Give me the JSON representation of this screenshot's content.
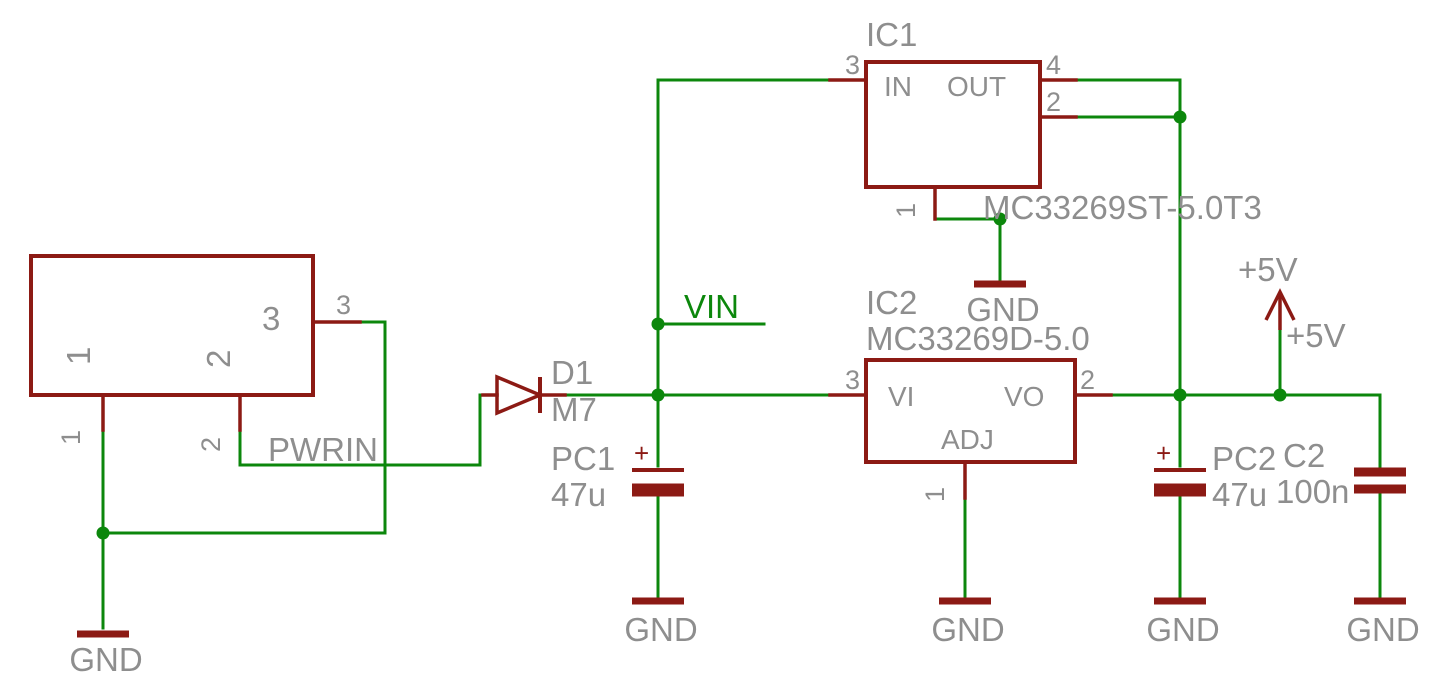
{
  "colors": {
    "wire": "#0c870c",
    "symbol": "#8c1a14",
    "label": "#8e8e8e",
    "canvas": "#ffffff"
  },
  "labels": {
    "gnd": "GND"
  },
  "nets": {
    "pwrin": "PWRIN",
    "vin": "VIN",
    "plus5v": "+5V"
  },
  "connector": {
    "pin1": "1",
    "pin2": "2",
    "pin3": "3"
  },
  "diode": {
    "name": "D1",
    "value": "M7"
  },
  "ic1": {
    "name": "IC1",
    "value": "MC33269ST-5.0T3",
    "pin_in": "IN",
    "pin_out": "OUT",
    "pad1": "1",
    "pad2": "2",
    "pad3": "3",
    "pad4": "4"
  },
  "ic2": {
    "name": "IC2",
    "value": "MC33269D-5.0",
    "pin_vi": "VI",
    "pin_vo": "VO",
    "pin_adj": "ADJ",
    "pad1": "1",
    "pad2": "2",
    "pad3": "3"
  },
  "caps": {
    "pc1": {
      "name": "PC1",
      "value": "47u",
      "polarity": "+"
    },
    "pc2": {
      "name": "PC2",
      "value": "47u",
      "polarity": "+"
    },
    "c2": {
      "name": "C2",
      "value": "100n"
    }
  }
}
